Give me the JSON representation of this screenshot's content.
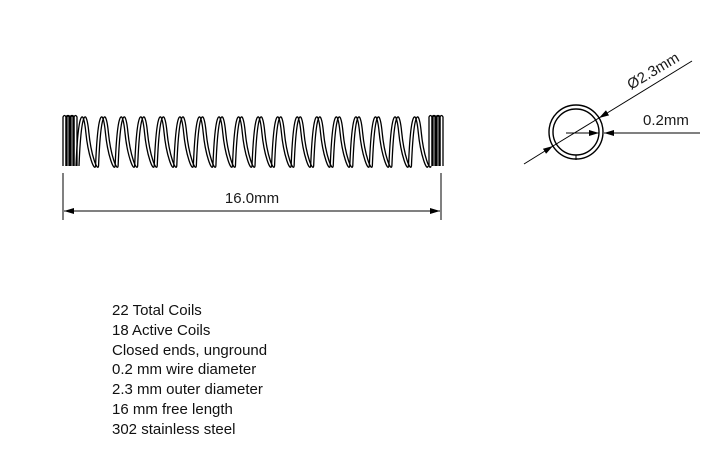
{
  "drawing": {
    "length_dimension": "16.0mm",
    "outer_diameter_dimension": "Ø2.3mm",
    "wire_diameter_dimension": "0.2mm"
  },
  "specs": [
    "22 Total Coils",
    "18 Active Coils",
    "Closed ends, unground",
    "0.2 mm wire diameter",
    "2.3 mm outer diameter",
    "16 mm free length",
    "302 stainless steel"
  ],
  "colors": {
    "line": "#000000",
    "text": "#111111",
    "background": "#ffffff"
  }
}
